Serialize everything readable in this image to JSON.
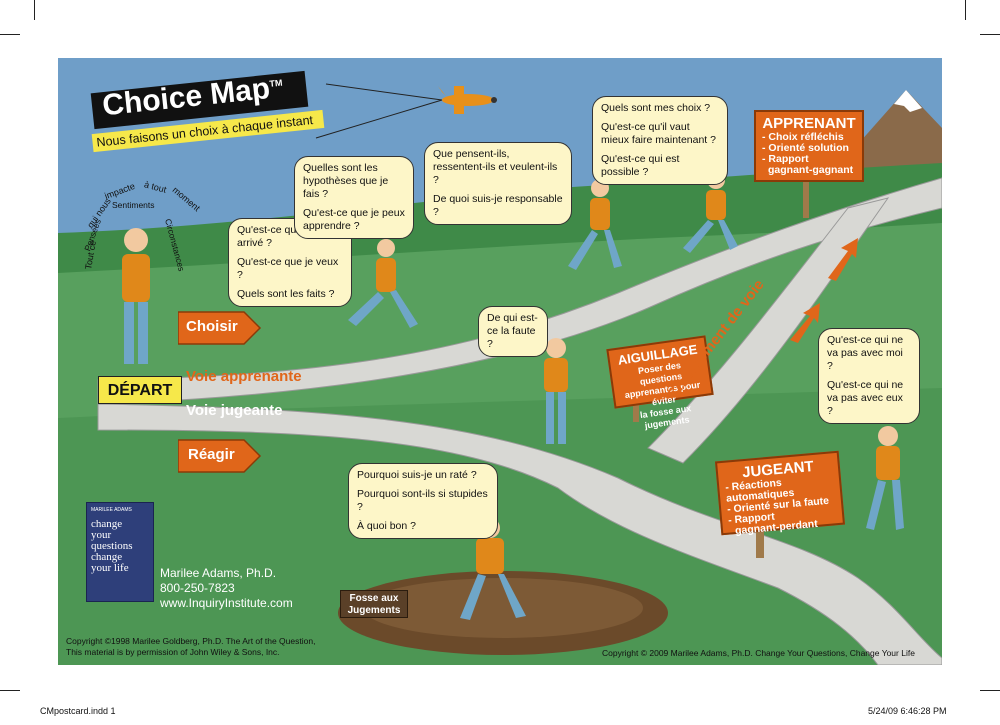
{
  "title": {
    "main": "Choice Map",
    "tm": "TM",
    "subtitle": "Nous faisons un choix à chaque instant"
  },
  "arc_words": [
    "Tout ce",
    "qui nous",
    "impacte",
    "à tout",
    "moment"
  ],
  "arc_inner": {
    "left": "Pensées",
    "top": "Sentiments",
    "right": "Circonstances"
  },
  "bubbles": {
    "start": [
      "Qu'est-ce qui est arrivé ?",
      "Qu'est-ce que je veux ?",
      "Quels sont les faits ?"
    ],
    "hypo": [
      "Quelles sont les hypothèses que je fais ?",
      "Qu'est-ce que je peux apprendre ?"
    ],
    "others": [
      "Que pensent-ils, ressentent-ils et veulent-ils ?",
      "De quoi suis-je responsable ?"
    ],
    "choices": [
      "Quels sont mes choix ?",
      "Qu'est-ce qu'il vaut mieux faire maintenant ?",
      "Qu'est-ce qui est possible ?"
    ],
    "blame": [
      "De qui est-ce la faute ?"
    ],
    "judge": [
      "Pourquoi suis-je un raté ?",
      "Pourquoi sont-ils si stupides ?",
      "À quoi bon ?"
    ],
    "wrong": [
      "Qu'est-ce qui ne va pas avec moi ?",
      "Qu'est-ce qui ne va pas avec eux ?"
    ]
  },
  "signs": {
    "apprenant": {
      "title": "APPRENANT",
      "items": [
        "- Choix réfléchis",
        "- Orienté solution",
        "- Rapport",
        "gagnant-gagnant"
      ]
    },
    "jugeant": {
      "title": "JUGEANT",
      "items": [
        "- Réactions automatiques",
        "- Orienté sur la faute",
        "- Rapport",
        "gagnant-perdant"
      ]
    },
    "aiguillage": {
      "title": "AIGUILLAGE",
      "text": [
        "Poser des questions",
        "apprenantes pour éviter",
        "la fosse aux jugements"
      ]
    },
    "fosse": [
      "Fosse aux",
      "Jugements"
    ],
    "depart": "DÉPART",
    "choisir": "Choisir",
    "reagir": "Réagir"
  },
  "roads": {
    "learner": "Voie apprenante",
    "judger": "Voie jugeante",
    "switch": "Changement de voie"
  },
  "book": {
    "author": "MARILEE ADAMS",
    "lines": [
      "change",
      "your",
      "questions",
      "change",
      "your life"
    ]
  },
  "contact": [
    "Marilee Adams, Ph.D.",
    "800-250-7823",
    "www.InquiryInstitute.com"
  ],
  "copyright_left": [
    "Copyright ©1998 Marilee Goldberg, Ph.D. The Art of the Question,",
    "This material is by permission of John Wiley & Sons, Inc."
  ],
  "copyright_right": "Copyright © 2009 Marilee Adams, Ph.D. Change Your Questions, Change Your Life",
  "printer": {
    "file": "CMpostcard.indd   1",
    "date": "5/24/09   6:46:28 PM"
  },
  "colors": {
    "sky": "#6f9ec8",
    "grass": "#4f9a58",
    "road": "#d8d8d4",
    "orange": "#e0661a",
    "bubble": "#fdf6c8"
  }
}
